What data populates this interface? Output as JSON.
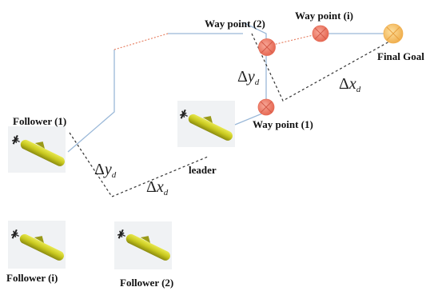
{
  "labels": {
    "follower_1": "Follower (1)",
    "follower_i": "Follower (i)",
    "follower_2": "Follower (2)",
    "leader": "leader",
    "waypoint_1": "Way point (1)",
    "waypoint_2": "Way point (2)",
    "waypoint_i": "Way point (i)",
    "final_goal": "Final Goal"
  },
  "deltas": {
    "symbol": "Δ",
    "y_var": "y",
    "x_var": "x",
    "subscript": "d"
  },
  "colors": {
    "path_blue": "#9ab8d8",
    "path_orange": "#e8866a",
    "dashed_dark": "#333333",
    "waypoint_fill": "#f08878",
    "waypoint_stroke": "#e66a55",
    "goal_fill": "#f8c870",
    "goal_stroke": "#f0b050",
    "auv_body": "#c8c81e",
    "auv_dark": "#7a7a10"
  },
  "icons": {
    "auv": "submarine-icon",
    "waypoint": "waypoint-marker-icon",
    "goal": "goal-marker-icon"
  }
}
